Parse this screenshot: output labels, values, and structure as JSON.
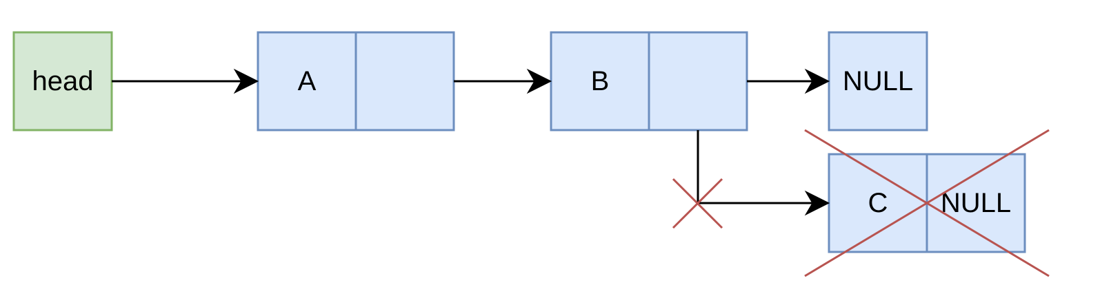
{
  "colors": {
    "head_fill": "#d5e8d4",
    "head_stroke": "#82b366",
    "node_fill": "#dae8fc",
    "node_stroke": "#6c8ebf",
    "arrow": "#000000",
    "removal_mark": "#b85450"
  },
  "nodes": {
    "head": {
      "label": "head"
    },
    "a": {
      "value": "A",
      "next": ""
    },
    "b": {
      "value": "B",
      "next": ""
    },
    "null_end": {
      "label": "NULL"
    },
    "c": {
      "value": "C",
      "next": "NULL"
    }
  },
  "links": [
    {
      "from": "head",
      "to": "A"
    },
    {
      "from": "A",
      "to": "B"
    },
    {
      "from": "B",
      "to": "NULL"
    },
    {
      "from": "B",
      "to": "C",
      "removed": true
    }
  ],
  "removed_nodes": [
    "C"
  ]
}
